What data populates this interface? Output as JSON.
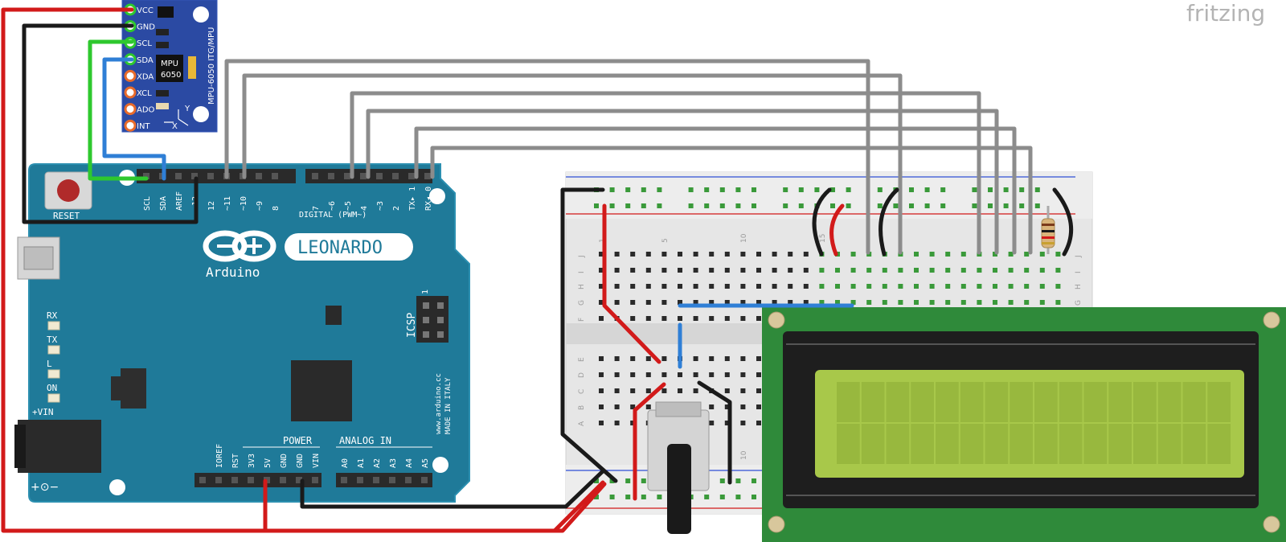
{
  "watermark": "fritzing",
  "mpu": {
    "pins": [
      "VCC",
      "GND",
      "SCL",
      "SDA",
      "XDA",
      "XCL",
      "ADO",
      "INT"
    ],
    "chip_line1": "MPU",
    "chip_line2": "6050",
    "side_label": "MPU-6050 ITG/MPU",
    "axis_y": "Y",
    "axis_x": "X"
  },
  "arduino": {
    "reset_label": "RESET",
    "brand": "Arduino",
    "model": "LEONARDO",
    "digital_label": "DIGITAL (PWM~)",
    "top_pin_labels_left": [
      "SCL",
      "SDA",
      "AREF",
      "~13",
      "12",
      "~11",
      "~10",
      "~9",
      "8"
    ],
    "top_pin_labels_right": [
      "7",
      "~6",
      "~5",
      "4",
      "~3",
      "2",
      "TX▸ 1",
      "RX◂ 0"
    ],
    "leds": [
      "RX",
      "TX",
      "L",
      "ON"
    ],
    "icsp": "ICSP",
    "icsp_pin": "1",
    "vin": "+VIN",
    "power_label": "POWER",
    "analog_label": "ANALOG IN",
    "power_pins": [
      "IOREF",
      "RST",
      "3V3",
      "5V",
      "GND",
      "GND",
      "VIN"
    ],
    "analog_pins": [
      "A0",
      "A1",
      "A2",
      "A3",
      "A4",
      "A5"
    ],
    "website_line1": "www.arduino.cc",
    "website_line2": "MADE IN ITALY",
    "polarity": "+⊙−",
    "colors": {
      "board": "#1f7a99",
      "board_edge": "#2b8fb0",
      "header": "#2a2a2a"
    }
  },
  "breadboard": {
    "rows_top": [
      "J",
      "I",
      "H",
      "G",
      "F"
    ],
    "rows_bottom": [
      "E",
      "D",
      "C",
      "B",
      "A"
    ],
    "col_marks_top": [
      "1",
      "5",
      "10",
      "15"
    ],
    "col_marks_bottom": [
      "10"
    ]
  },
  "lcd": {
    "rows": 2,
    "cols": 16,
    "colors": {
      "pcb": "#2f8a3a",
      "bezel": "#1e1e1e",
      "screen": "#a8c84a",
      "cell": "#98b83e"
    }
  },
  "wire_colors": {
    "red": "#d21a1a",
    "black": "#1a1a1a",
    "green": "#2ec82e",
    "blue": "#2f7fd6",
    "gray": "#8c8c8c"
  }
}
